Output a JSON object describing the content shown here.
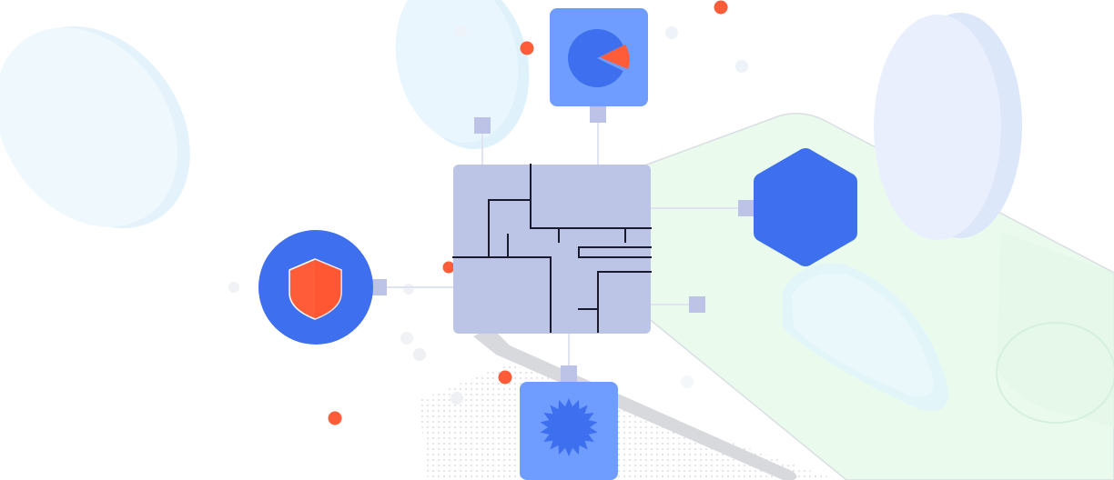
{
  "colors": {
    "background": "#ffffff",
    "primary_blue": "#3e6fef",
    "light_blue": "#6f9cff",
    "center_block": "#bdc5e6",
    "connector": "#bcc3e6",
    "accent_orange": "#ff5c39",
    "maze_line": "#1a1a2e",
    "soft_blue": "#e8f4fd",
    "soft_green": "#eafbee",
    "soft_lavender": "#e9effc"
  },
  "nodes": [
    {
      "id": "hub",
      "shape": "maze-square",
      "icon": "maze-icon"
    },
    {
      "id": "top",
      "shape": "rounded-square",
      "icon": "pie-chart-icon"
    },
    {
      "id": "left",
      "shape": "circle",
      "icon": "shield-icon"
    },
    {
      "id": "right",
      "shape": "hexagon",
      "icon": ""
    },
    {
      "id": "bottom",
      "shape": "rounded-square",
      "icon": "starburst-icon"
    }
  ]
}
